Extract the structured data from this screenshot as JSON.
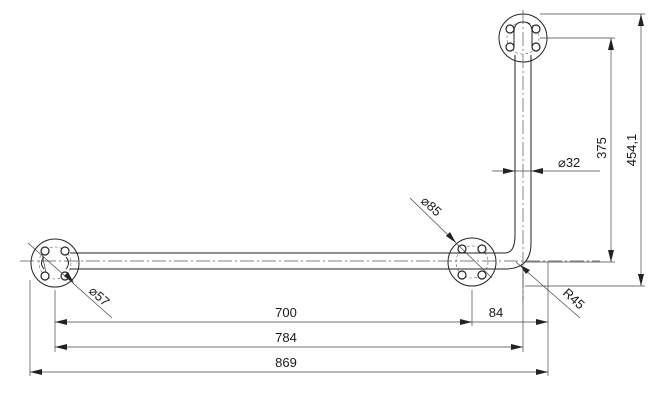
{
  "dimensions": {
    "length_700": "700",
    "length_784": "784",
    "length_869": "869",
    "length_84": "84",
    "height_375": "375",
    "height_454": "454,1",
    "tube_diameter": "⌀32",
    "flange_diameter_85": "⌀85",
    "flange_diameter_57": "⌀57",
    "bend_radius": "R45"
  }
}
